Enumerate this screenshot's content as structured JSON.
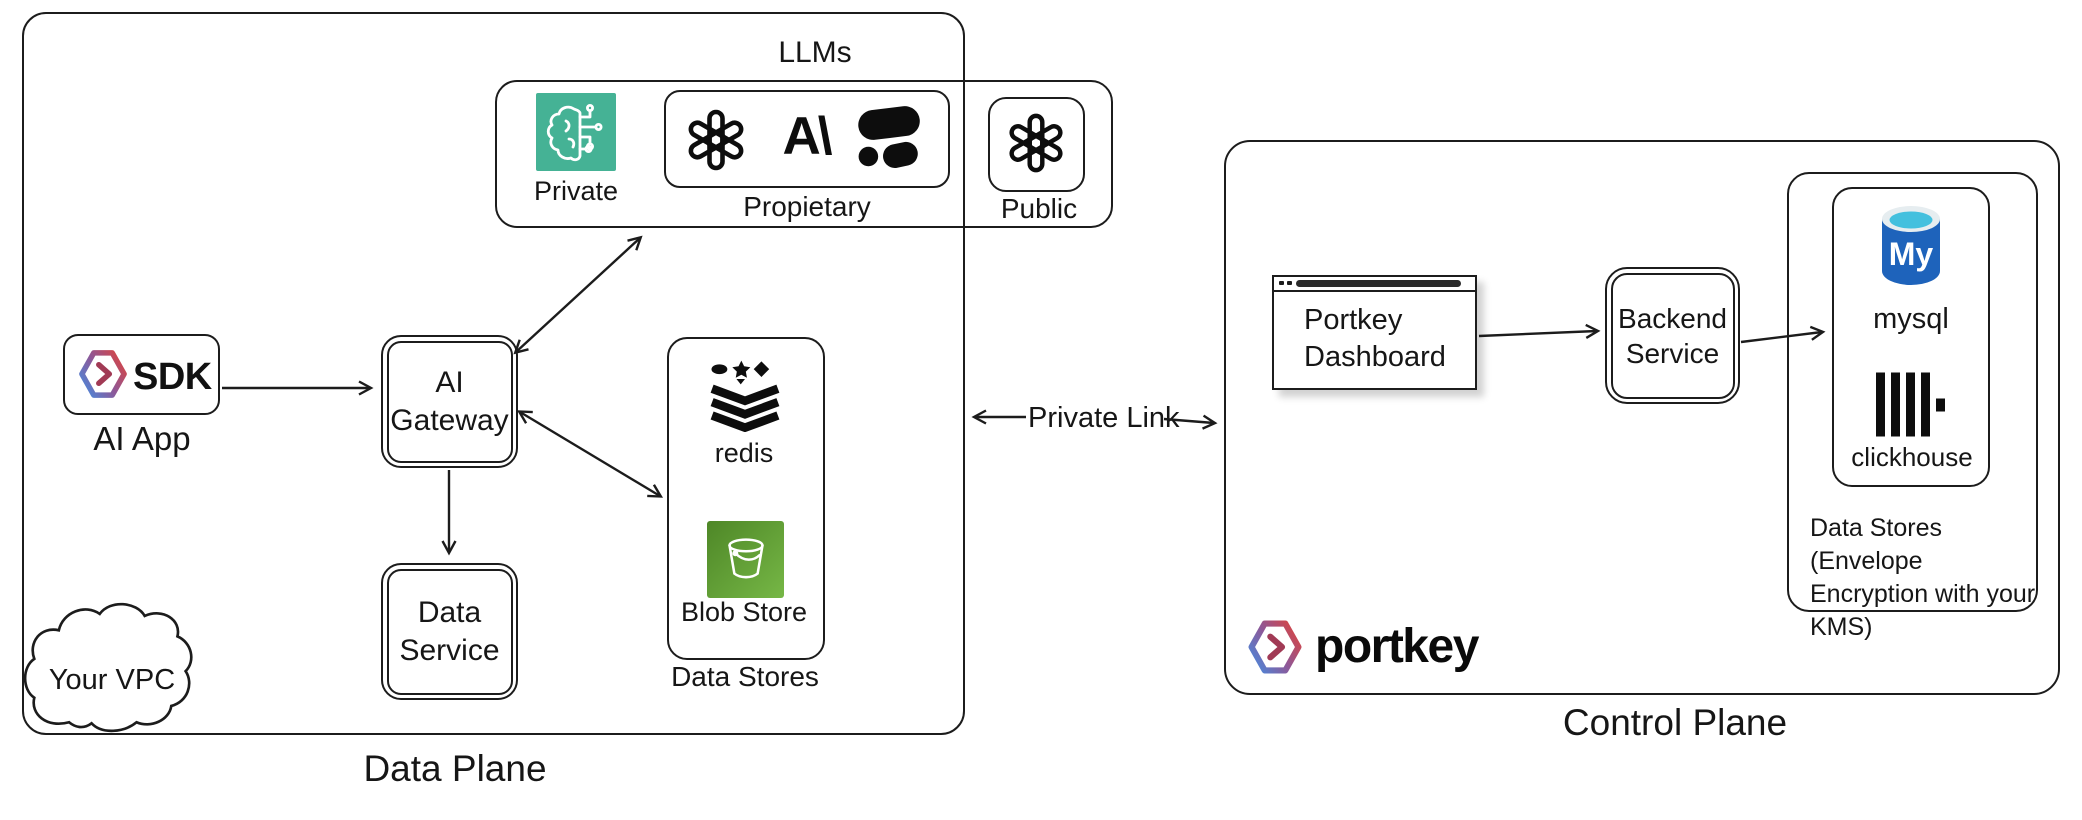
{
  "data_plane": {
    "label": "Data Plane",
    "vpc_label": "Your VPC",
    "ai_app": {
      "sdk_label": "SDK",
      "label": "AI App"
    },
    "ai_gateway": {
      "line1": "AI",
      "line2": "Gateway"
    },
    "data_service": {
      "line1": "Data",
      "line2": "Service"
    },
    "llms": {
      "label": "LLMs",
      "private_label": "Private",
      "proprietary_label": "Propietary",
      "public_label": "Public",
      "anthropic_glyph": "A\\"
    },
    "data_stores": {
      "label": "Data Stores",
      "redis_label": "redis",
      "blob_label": "Blob Store"
    }
  },
  "link": {
    "label": "Private Link"
  },
  "control_plane": {
    "label": "Control Plane",
    "dashboard": {
      "line1": "Portkey",
      "line2": "Dashboard"
    },
    "backend": {
      "line1": "Backend",
      "line2": "Service"
    },
    "kms_stores": {
      "mysql_label": "mysql",
      "mysql_glyph": "My",
      "clickhouse_label": "clickhouse",
      "label_lines": [
        "Data Stores (Envelope",
        "Encryption with your",
        "KMS)"
      ]
    },
    "wordmark": "portkey"
  },
  "colors": {
    "stroke": "#1c1c1c",
    "private_teal": "#45b295",
    "blob_green_dark": "#4e8727",
    "blob_green_light": "#76b746",
    "mysql_blue": "#1e63bb",
    "mysql_cyan": "#43c0de",
    "brand_blue": "#4e86d8",
    "brand_red": "#d64545"
  }
}
